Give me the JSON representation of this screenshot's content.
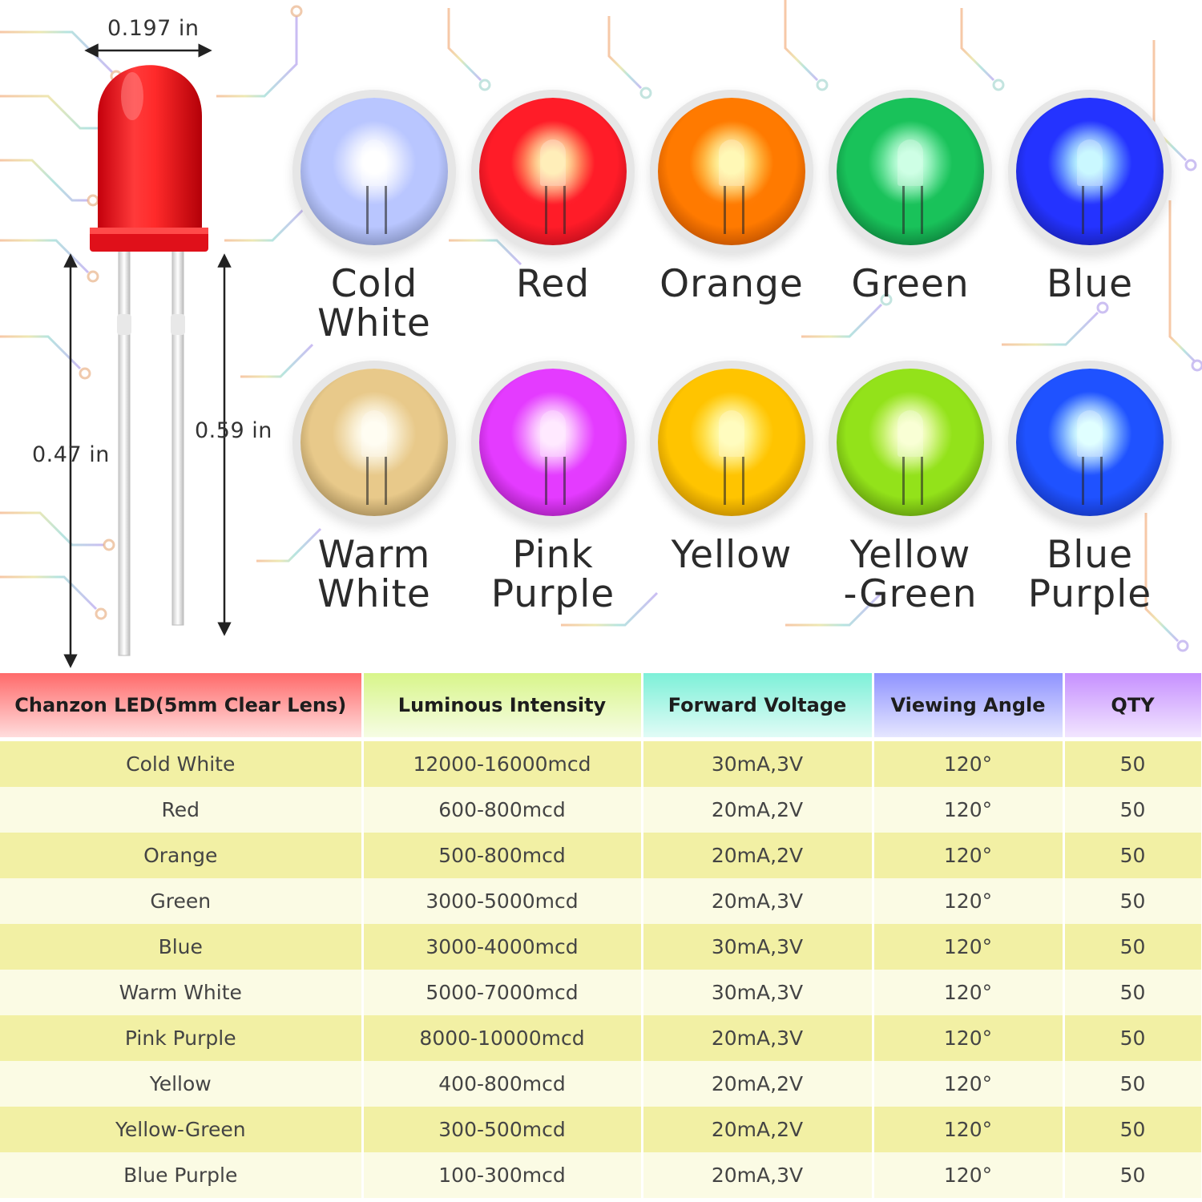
{
  "dimensions": {
    "width_label": "0.197 in",
    "short_lead_label": "0.47 in",
    "long_lead_label": "0.59 in"
  },
  "colors": [
    {
      "label": "Cold\nWhite",
      "hex": "#b9c6ff",
      "core": "#ffffff",
      "edge": "#4a5677"
    },
    {
      "label": "Red",
      "hex": "#ff1c28",
      "core": "#ffe080",
      "edge": "#7a0010"
    },
    {
      "label": "Orange",
      "hex": "#ff7a00",
      "core": "#fff27a",
      "edge": "#7a2500"
    },
    {
      "label": "Green",
      "hex": "#19c25a",
      "core": "#a6ffcf",
      "edge": "#00391a"
    },
    {
      "label": "Blue",
      "hex": "#2433ff",
      "core": "#9ef2ff",
      "edge": "#0c0c63"
    },
    {
      "label": "Warm\nWhite",
      "hex": "#e8c98a",
      "core": "#fffbe8",
      "edge": "#5e4a24"
    },
    {
      "label": "Pink\nPurple",
      "hex": "#e43bff",
      "core": "#ffd8ff",
      "edge": "#5b0060"
    },
    {
      "label": "Yellow",
      "hex": "#ffc400",
      "core": "#fffa8a",
      "edge": "#7a4a00"
    },
    {
      "label": "Yellow\n-Green",
      "hex": "#93e21a",
      "core": "#f4ffb2",
      "edge": "#2b4a00"
    },
    {
      "label": "Blue\nPurple",
      "hex": "#1f52ff",
      "core": "#c6ffff",
      "edge": "#0a1670"
    }
  ],
  "table": {
    "headers": [
      "Chanzon LED(5mm Clear Lens)",
      "Luminous Intensity",
      "Forward Voltage",
      "Viewing Angle",
      "QTY"
    ],
    "header_colors": [
      "#ff6a6a",
      "#d8f58a",
      "#7df0d8",
      "#8f93ff",
      "#c690ff"
    ],
    "rows": [
      [
        "Cold White",
        "12000-16000mcd",
        "30mA,3V",
        "120°",
        "50"
      ],
      [
        "Red",
        "600-800mcd",
        "20mA,2V",
        "120°",
        "50"
      ],
      [
        "Orange",
        "500-800mcd",
        "20mA,2V",
        "120°",
        "50"
      ],
      [
        "Green",
        "3000-5000mcd",
        "20mA,3V",
        "120°",
        "50"
      ],
      [
        "Blue",
        "3000-4000mcd",
        "30mA,3V",
        "120°",
        "50"
      ],
      [
        "Warm White",
        "5000-7000mcd",
        "30mA,3V",
        "120°",
        "50"
      ],
      [
        "Pink Purple",
        "8000-10000mcd",
        "20mA,3V",
        "120°",
        "50"
      ],
      [
        "Yellow",
        "400-800mcd",
        "20mA,2V",
        "120°",
        "50"
      ],
      [
        "Yellow-Green",
        "300-500mcd",
        "20mA,2V",
        "120°",
        "50"
      ],
      [
        "Blue Purple",
        "100-300mcd",
        "20mA,3V",
        "120°",
        "50"
      ]
    ]
  }
}
